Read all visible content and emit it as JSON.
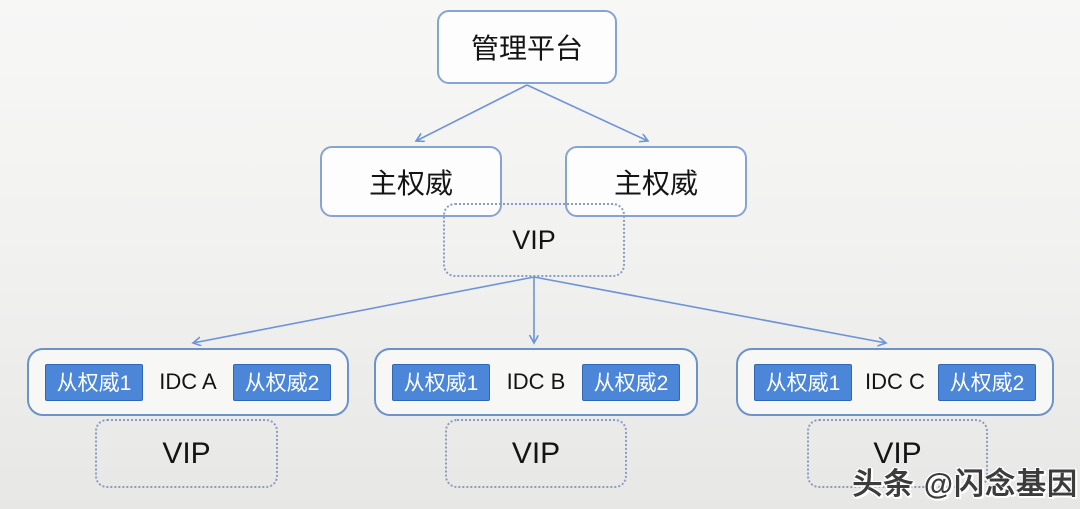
{
  "diagram": {
    "root_label": "管理平台",
    "primaries": [
      {
        "label": "主权威"
      },
      {
        "label": "主权威"
      }
    ],
    "top_vip_label": "VIP",
    "idc_groups": [
      {
        "label": "IDC A",
        "slave1": "从权威1",
        "slave2": "从权威2",
        "vip": "VIP"
      },
      {
        "label": "IDC B",
        "slave1": "从权威1",
        "slave2": "从权威2",
        "vip": "VIP"
      },
      {
        "label": "IDC C",
        "slave1": "从权威1",
        "slave2": "从权威2",
        "vip": "VIP"
      }
    ],
    "edges": [
      {
        "from": "管理平台",
        "to": "主权威 (左)"
      },
      {
        "from": "管理平台",
        "to": "主权威 (右)"
      },
      {
        "from": "VIP",
        "to": "IDC A"
      },
      {
        "from": "VIP",
        "to": "IDC B"
      },
      {
        "from": "VIP",
        "to": "IDC C"
      }
    ]
  },
  "colors": {
    "node_border": "#87a3d4",
    "idc_border": "#6d92ca",
    "dotted_border": "#8a9cc0",
    "arrow": "#6f93d6",
    "slave_fill": "#4b86d8",
    "slave_border": "#2f66b5",
    "slave_text": "#ffffff",
    "text": "#141414",
    "watermark_text": "#3c3c3c"
  },
  "watermark": "头条 @闪念基因"
}
